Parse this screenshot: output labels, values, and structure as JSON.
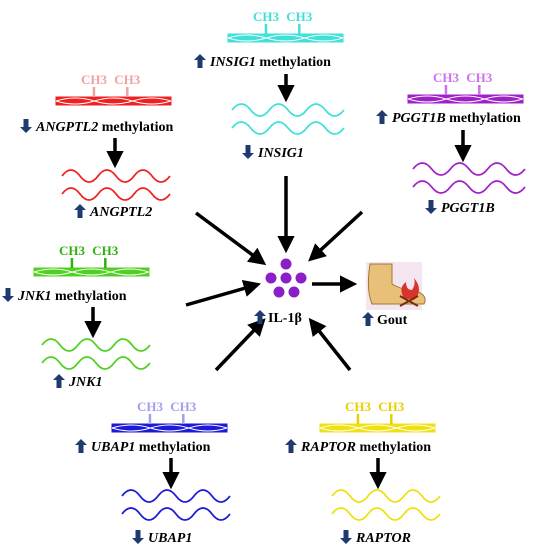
{
  "methyl_tag": "CH3",
  "colors": {
    "arrow": "#000000",
    "up_down_indicator": "#1f3a6e",
    "il1b_dots": "#8b1fc7",
    "gout_fire": "#d9342b",
    "foot": "#e8c07a"
  },
  "genes": [
    {
      "id": "insig1",
      "gene": "INSIG1",
      "methylation_direction": "up",
      "expression_direction": "down",
      "color": "#3ee0d8",
      "suffix": " methylation"
    },
    {
      "id": "angptl2",
      "gene": "ANGPTL2",
      "methylation_direction": "down",
      "expression_direction": "up",
      "color": "#f02020",
      "tag_color": "#f4a0a0",
      "suffix": " methylation"
    },
    {
      "id": "pggt1b",
      "gene": "PGGT1B",
      "methylation_direction": "up",
      "expression_direction": "down",
      "color": "#a020c8",
      "tag_color": "#d070ec",
      "suffix": " methylation"
    },
    {
      "id": "jnk1",
      "gene": "JNK1",
      "methylation_direction": "down",
      "expression_direction": "up",
      "color": "#50d020",
      "tag_color": "#30b010",
      "suffix": " methylation"
    },
    {
      "id": "ubap1",
      "gene": "UBAP1",
      "methylation_direction": "up",
      "expression_direction": "down",
      "color": "#1a1ad8",
      "tag_color": "#a0a0f0",
      "suffix": " methylation"
    },
    {
      "id": "raptor",
      "gene": "RAPTOR",
      "methylation_direction": "up",
      "expression_direction": "down",
      "color": "#f0e010",
      "tag_color": "#e8d000",
      "suffix": " methylation"
    }
  ],
  "center": {
    "label": "IL-1β",
    "direction": "up"
  },
  "outcome": {
    "label": "Gout",
    "direction": "up"
  }
}
